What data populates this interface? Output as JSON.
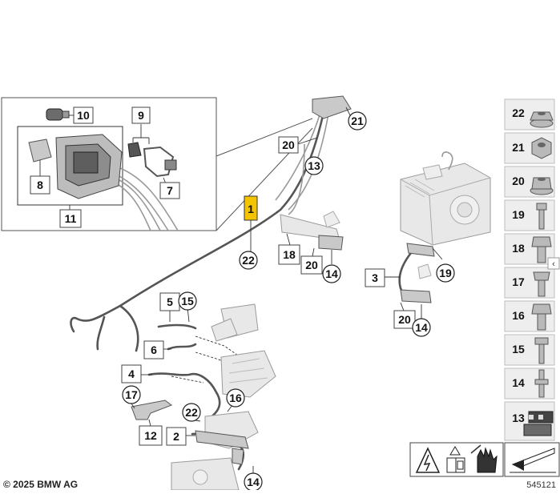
{
  "callouts": {
    "c1": "1",
    "c2": "2",
    "c3": "3",
    "c4": "4",
    "c5": "5",
    "c6": "6",
    "c7": "7",
    "c8": "8",
    "c9": "9",
    "c10": "10",
    "c11": "11",
    "c12": "12",
    "c13": "13",
    "c14a": "14",
    "c14b": "14",
    "c14c": "14",
    "c15": "15",
    "c16": "16",
    "c17": "17",
    "c18": "18",
    "c19": "19",
    "c20a": "20",
    "c20b": "20",
    "c20c": "20",
    "c21": "21",
    "c22a": "22",
    "c22b": "22"
  },
  "sidebar": {
    "items": [
      {
        "label": "22",
        "icon": "nut-flange-icon"
      },
      {
        "label": "21",
        "icon": "nut-hex-icon"
      },
      {
        "label": "20",
        "icon": "nut-collar-icon"
      },
      {
        "label": "19",
        "icon": "screw-icon"
      },
      {
        "label": "18",
        "icon": "bolt-hex-icon"
      },
      {
        "label": "17",
        "icon": "screw-torx-icon"
      },
      {
        "label": "16",
        "icon": "bolt-hex-icon"
      },
      {
        "label": "15",
        "icon": "screw-icon"
      },
      {
        "label": "14",
        "icon": "stud-bolt-icon"
      },
      {
        "label": "13",
        "icon": "clip-kit-icon"
      }
    ]
  },
  "collapse_glyph": "‹",
  "footer": {
    "copyright": "© 2025 BMW AG",
    "diagram_number": "545121"
  },
  "colors": {
    "highlight": "#f5c400",
    "line": "#333333",
    "part": "#c9c9c9"
  }
}
